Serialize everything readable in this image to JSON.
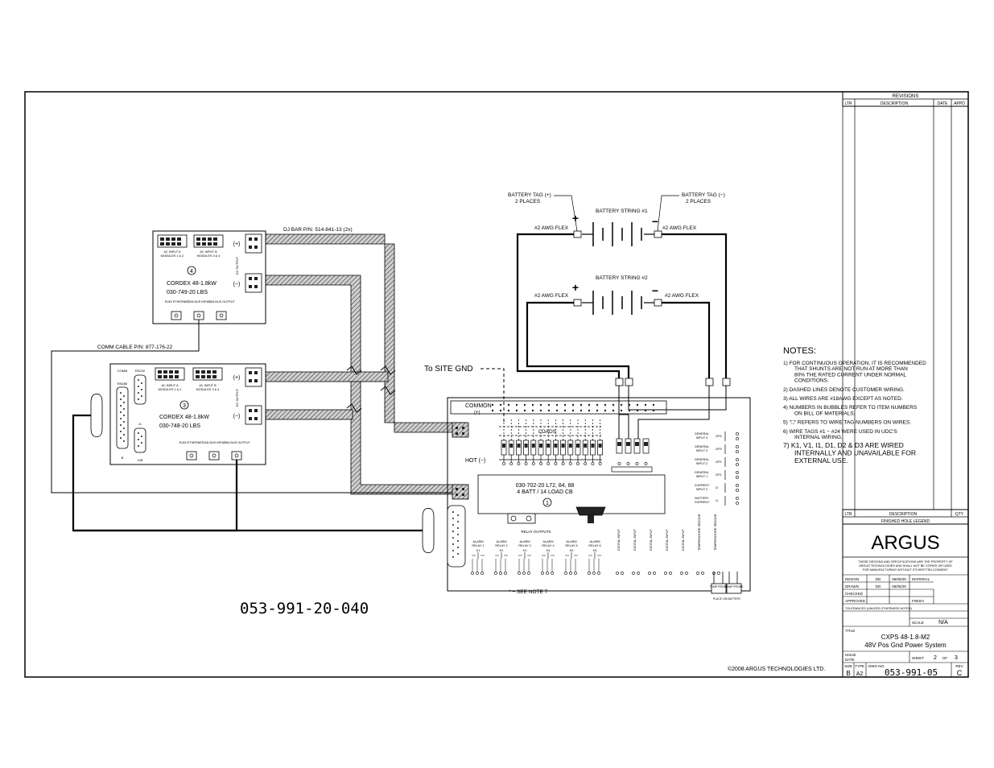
{
  "revisions": {
    "title": "REVISIONS",
    "cols": [
      "LTR",
      "DESCRIPTION",
      "DATE",
      "APPD"
    ]
  },
  "batteries": {
    "tag_pos": "BATTERY TAG (+)",
    "tag_neg": "BATTERY TAG (−)",
    "tag_places": "2 PLACES",
    "string1": "BATTERY STRING #1",
    "string2": "BATTERY STRING #2",
    "flex": "#2 AWG FLEX",
    "plus": "+",
    "minus": "−"
  },
  "dj_bar": "DJ BAR P/N: 514-841-13 (2x)",
  "comm_cable": "COMM CABLE P/N: 877-176-22",
  "rect_top": {
    "name": "CORDEX 48-1.8kW",
    "part": "030-749-20 LBS",
    "bubble": "4",
    "pos": "(+)",
    "neg": "(−)",
    "ac_in_a": "AC INPUT A",
    "ac_in_b": "AC INPUT B",
    "mod_a": "MODULES 1 & 2",
    "mod_b": "MODULES 3 & 4",
    "dc_out": "DC OUTPUT",
    "eth": "RJ45 ETHERNET",
    "can_in": "CAN BUS INPUT",
    "can_out": "CAN BUS OUTPUT"
  },
  "rect_bottom": {
    "name": "CORDEX 48-1.8kW",
    "part": "030-748-20 LBS",
    "bubble": "3",
    "pos": "(+)",
    "neg": "(−)",
    "comm": "COMM",
    "rs485": "RS485",
    "rs232": "RS232",
    "j1": "J1",
    "eth": "RJ45 ETHERNET",
    "can_in": "CAN BUS INPUT",
    "can_out": "CAN BUS OUTPUT"
  },
  "site_gnd": "To SITE GND",
  "main": {
    "common": "COMMON",
    "common_pos": "(+)",
    "loads": "LOADS",
    "hot": "HOT (−)",
    "board_line1": "030-702-20 L72, 84, 88",
    "board_line2": "4 BATT / 14 LOAD CB",
    "bubble": "1",
    "relay_outputs": "RELAY OUTPUTS",
    "relays": [
      "ALARM RELAY 1",
      "ALARM RELAY 2",
      "ALARM RELAY 3",
      "ALARM RELAY 4",
      "ALARM RELAY 5",
      "ALARM RELAY 6"
    ],
    "relay_ids": [
      "K1",
      "K2",
      "K3",
      "K4",
      "K5",
      "K6"
    ],
    "right_inputs": [
      "GENERAL INPUT 4",
      "GENERAL INPUT 3",
      "GENERAL INPUT 2",
      "GENERAL INPUT 1",
      "CURRENT INPUT 2",
      "BATTERY CURRENT"
    ],
    "input_ids": [
      "GP4",
      "GP3",
      "GP2",
      "GP1",
      "I2",
      "I1"
    ],
    "digital_inputs": [
      "DIGITAL INPUT",
      "DIGITAL INPUT",
      "DIGITAL INPUT",
      "DIGITAL INPUT",
      "DIGITAL INPUT"
    ],
    "temp": [
      "TEMPERATURE SENSOR",
      "TEMPERATURE SENSOR"
    ],
    "note_mark": "* − SEE NOTE 7",
    "probe1": "TEMP PROBE",
    "probe2": "TEMP PROBE",
    "place": "PLACE ON BATTERY"
  },
  "drawing_number_big": "053-991-20-040",
  "notes": {
    "title": "NOTES:",
    "items": [
      [
        "1) FOR CONTINUOUS OPERATION, IT IS RECOMMENDED",
        "THAT SHUNTS ARE NOT RUN AT MORE THAN",
        "80% THE RATED CURRENT UNDER NORMAL",
        "CONDITIONS."
      ],
      [
        "2) DASHED LINES DENOTE CUSTOMER WIRING."
      ],
      [
        "3) ALL WIRES ARE #18AWG EXCEPT AS NOTED."
      ],
      [
        "4) NUMBERS IN BUBBLES REFER TO ITEM NUMBERS",
        "ON BILL OF MATERIALS."
      ],
      [
        "5) \"□\" REFERS TO WIRE TAG NUMBERS ON WIRES."
      ],
      [
        "6) WIRE TAGS #1 − #24 WERE USED IN UDC'S",
        "INTERNAL WIRING."
      ],
      [
        "7) K1, V1, I1, D1, D2 & D3 ARE WIRED",
        "INTERNALLY AND UNAVAILABLE FOR",
        "EXTERNAL USE."
      ]
    ]
  },
  "legend": {
    "cols": [
      "LTR",
      "DESCRIPTION",
      "QTY"
    ],
    "finished": "FINISHED HOLE LEGEND"
  },
  "titleblock": {
    "logo": "ARGUS",
    "disclaimer": [
      "THESE DESIGNS AND SPECIFICATIONS ARE THE PROPERTY OF",
      "ARGUS TECHNOLOGIES AND SHALL NOT BE COPIED OR USED",
      "FOR MANUFACTURING WITHOUT ITS WRITTEN CONSENT."
    ],
    "design": "DESIGN",
    "drawn": "DRAWN",
    "checked": "CHECKED",
    "approved": "APPROVED",
    "dd": "DD",
    "date1": "06/05/29",
    "date2": "06/05/29",
    "material": "MATERIAL",
    "finish": "FINISH",
    "tolerances": "TOLERANCES (UNLESS OTHERWISE NOTED)",
    "scale_lbl": "SCALE",
    "scale": "N/A",
    "title_lbl": "TITLE",
    "title1": "CXPS 48-1.8-M2",
    "title2": "48V Pos Gnd Power System",
    "issue": "ISSUE",
    "date": "DATE",
    "sheet_lbl": "SHEET",
    "sheet": "2",
    "of": "OF",
    "sheets": "3",
    "size_lbl": "SIZE",
    "size": "B",
    "type_lbl": "TYPE",
    "type": "A2",
    "dwg_lbl": "DWG NO.",
    "dwg": "053-991-05",
    "rev_lbl": "REV",
    "rev": "C"
  },
  "copyright": "©2008 ARGUS TECHNOLOGIES LTD."
}
